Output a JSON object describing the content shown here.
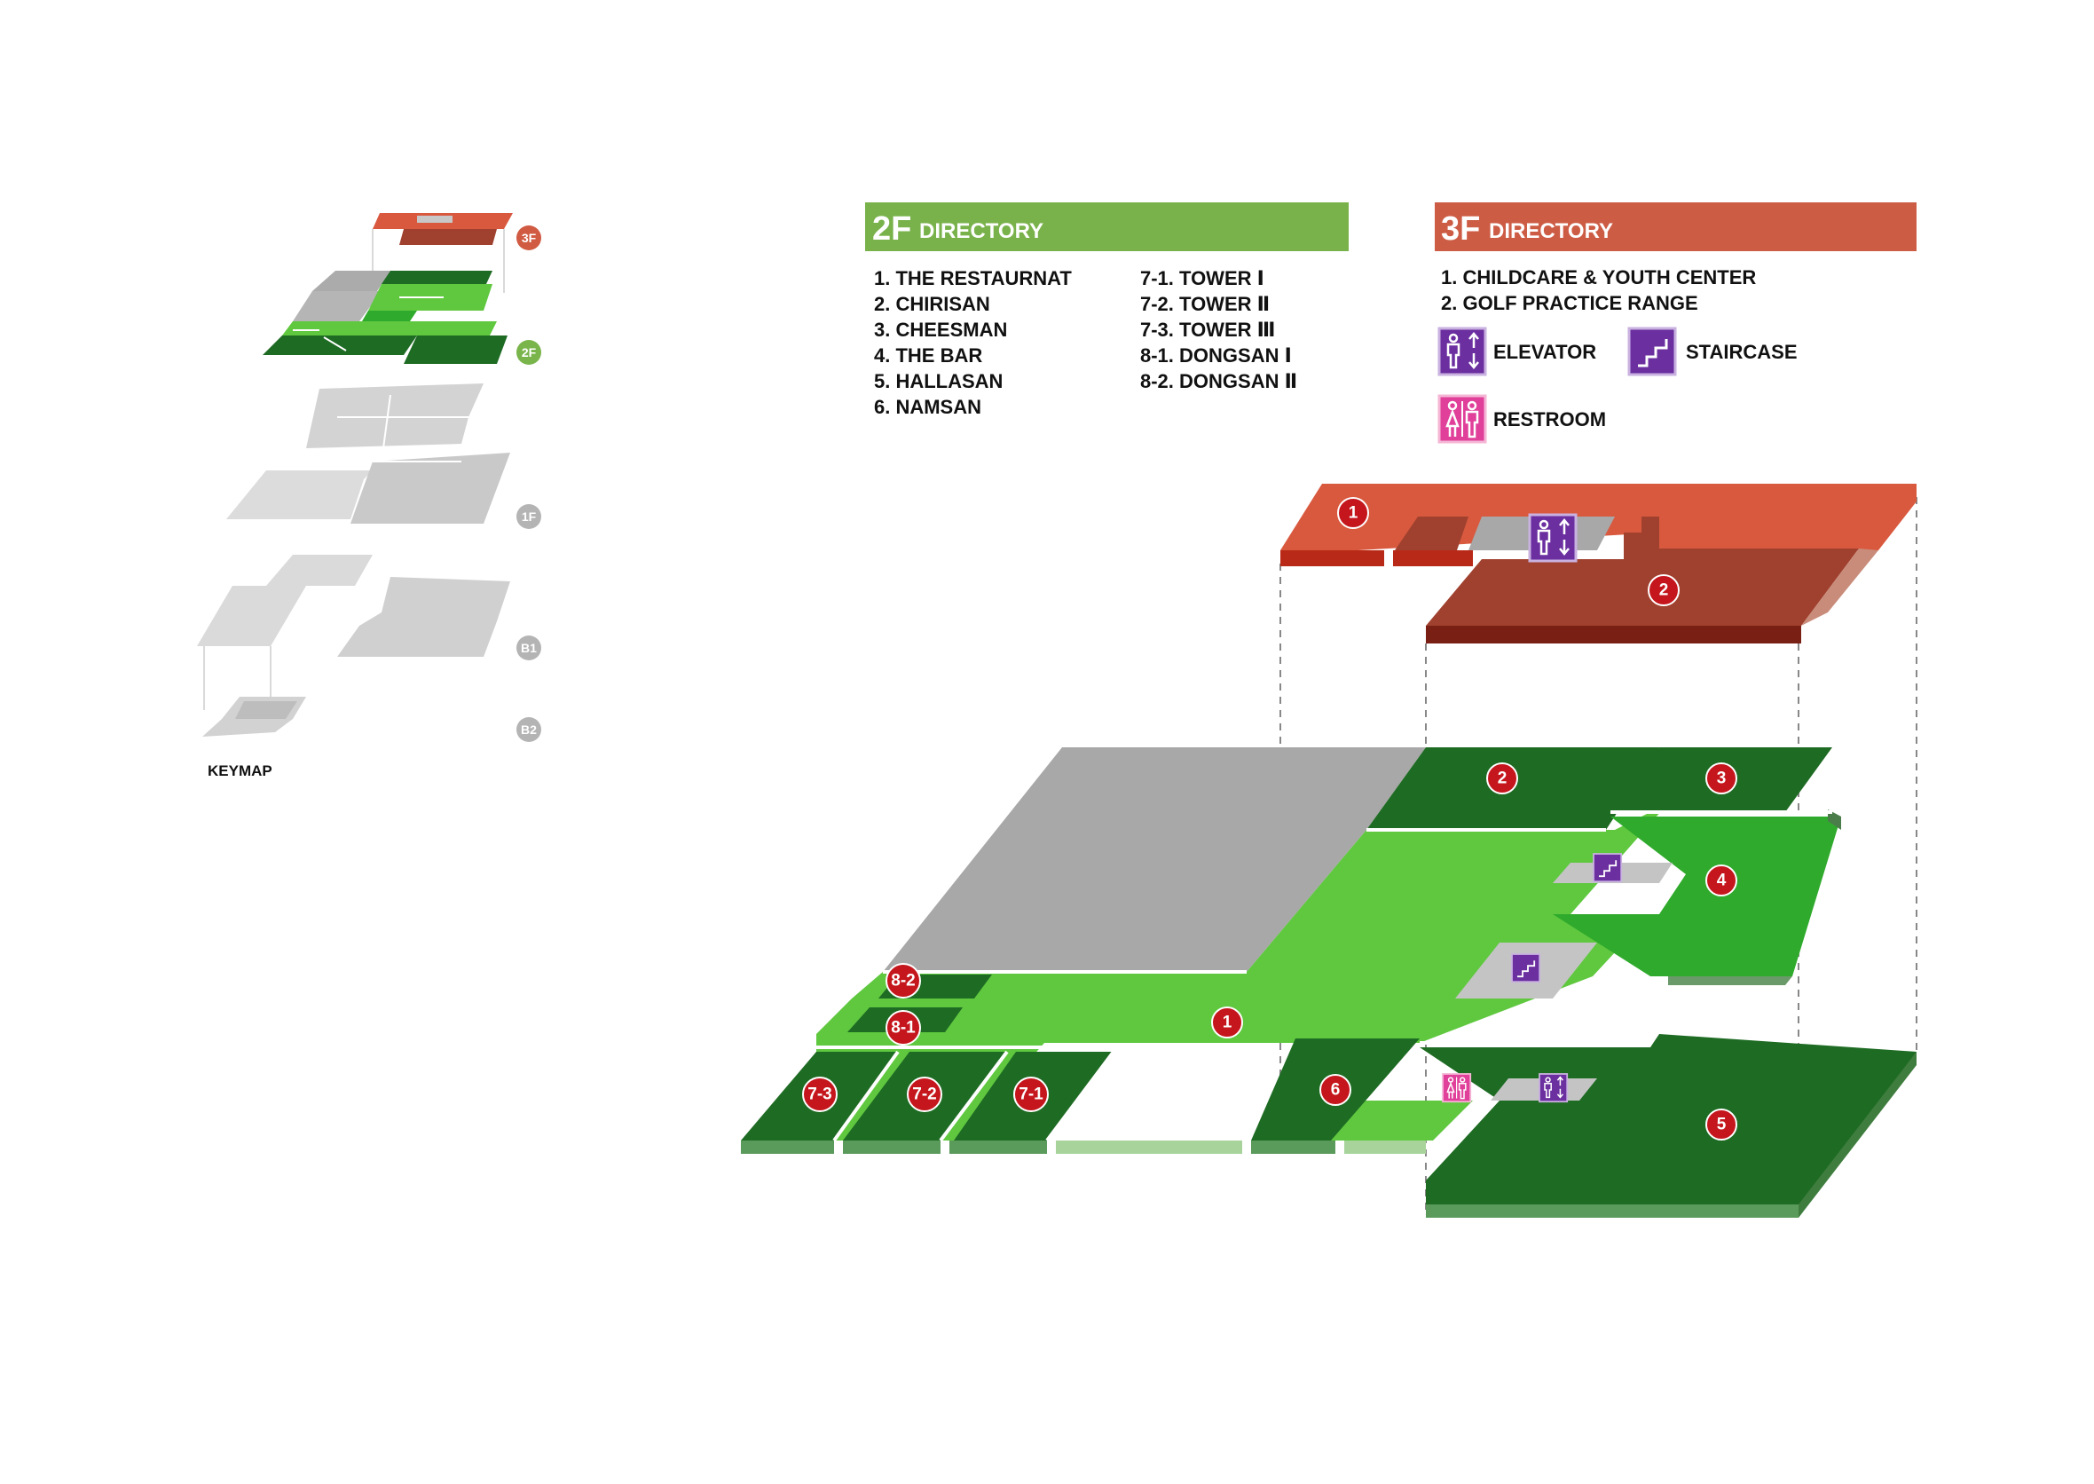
{
  "colors": {
    "floor3_header": "#cd5c45",
    "floor3_light": "#d9593f",
    "floor3_dark": "#a0412f",
    "floor2_header": "#79b24b",
    "green_light": "#5fc83f",
    "green_dark": "#1e6b23",
    "green_mid": "#2faa2c",
    "grey_area": "#a8a8a8",
    "marker_red": "#c4161c",
    "icon_purple": "#6b2fa0",
    "icon_pink": "#e0409a"
  },
  "keymap": {
    "label": "KEYMAP",
    "floors": [
      "3F",
      "2F",
      "1F",
      "B1",
      "B2"
    ]
  },
  "directory_2f": {
    "floor": "2F",
    "title": "DIRECTORY",
    "column_left": [
      "1.  THE RESTAURNAT",
      "2.  CHIRISAN",
      "3.  CHEESMAN",
      "4.  THE BAR",
      "5.  HALLASAN",
      "6.  NAMSAN"
    ],
    "column_right": [
      "7-1. TOWER Ⅰ",
      "7-2. TOWER Ⅱ",
      "7-3. TOWER Ⅲ",
      "8-1. DONGSAN Ⅰ",
      "8-2. DONGSAN Ⅱ"
    ]
  },
  "directory_3f": {
    "floor": "3F",
    "title": "DIRECTORY",
    "items": [
      "1. CHILDCARE & YOUTH CENTER",
      "2. GOLF PRACTICE RANGE"
    ],
    "legend": {
      "elevator": "ELEVATOR",
      "staircase": "STAIRCASE",
      "restroom": "RESTROOM"
    }
  },
  "map_3f_markers": [
    "1",
    "2"
  ],
  "map_2f_markers": [
    "1",
    "2",
    "3",
    "4",
    "5",
    "6",
    "7-1",
    "7-2",
    "7-3",
    "8-1",
    "8-2"
  ],
  "icons": [
    "elevator-icon",
    "staircase-icon",
    "restroom-icon"
  ]
}
